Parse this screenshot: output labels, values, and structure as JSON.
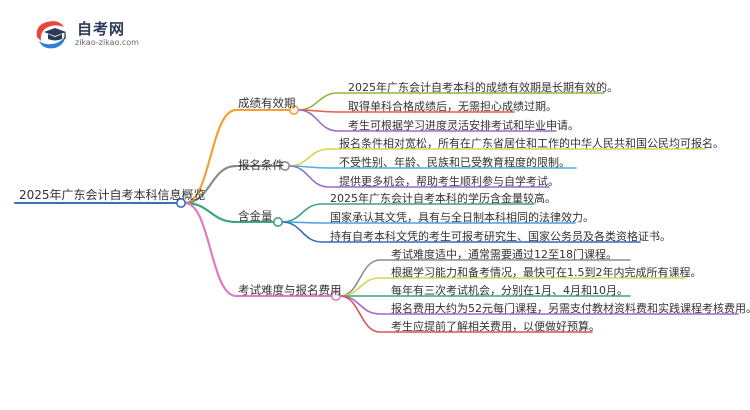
{
  "logo": {
    "title": "自考网",
    "url": "zikao-zikao.com"
  },
  "mindmap": {
    "root": "2025年广东会计自考本科信息概览",
    "branches": [
      {
        "label": "成绩有效期",
        "color": "#f2a033",
        "items": [
          {
            "text": "2025年广东会计自考本科的成绩有效期是长期有效的。",
            "color": "#8db83c"
          },
          {
            "text": "取得单科合格成绩后，无需担心成绩过期。",
            "color": "#e45c4d"
          },
          {
            "text": "考生可根据学习进度灵活安排考试和毕业申请。",
            "color": "#9a6cc9"
          }
        ]
      },
      {
        "label": "报名条件",
        "color": "#8c8c8c",
        "items": [
          {
            "text": "报名条件相对宽松，所有在广东省居住和工作的中华人民共和国公民均可报名。",
            "color": "#d8d54b"
          },
          {
            "text": "不受性别、年龄、民族和已受教育程度的限制。",
            "color": "#49b3d8"
          },
          {
            "text": "提供更多机会，帮助考生顺利参与自学考试。",
            "color": "#9a6cc9"
          }
        ]
      },
      {
        "label": "含金量",
        "color": "#3ca57a",
        "items": [
          {
            "text": "2025年广东会计自考本科的学历含金量较高。",
            "color": "#3ca57a"
          },
          {
            "text": "国家承认其文凭，具有与全日制本科相同的法律效力。",
            "color": "#4aa0dc"
          },
          {
            "text": "持有自考本科文凭的考生可报考研究生、国家公务员及各类资格证书。",
            "color": "#3c68c0"
          }
        ]
      },
      {
        "label": "考试难度与报名费用",
        "color": "#e07ac6",
        "items": [
          {
            "text": "考试难度适中，通常需要通过12至18门课程。",
            "color": "#8c8c8c"
          },
          {
            "text": "根据学习能力和备考情况，最快可在1.5到2年内完成所有课程。",
            "color": "#d8d54b"
          },
          {
            "text": "每年有三次考试机会，分别在1月、4月和10月。",
            "color": "#3ca57a"
          },
          {
            "text": "报名费用大约为52元每门课程，另需支付教材资料费和实践课程考核费用。",
            "color": "#9a6cc9"
          },
          {
            "text": "考生应提前了解相关费用，以便做好预算。",
            "color": "#e05050"
          }
        ]
      }
    ]
  }
}
